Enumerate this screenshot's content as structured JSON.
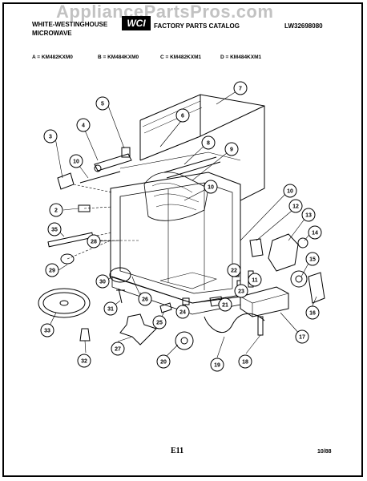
{
  "watermark": "AppliancePartsPros.com",
  "header": {
    "brand_line1": "WHITE-WESTINGHOUSE",
    "brand_line2": "MICROWAVE",
    "logo": "WCI",
    "catalog_title": "FACTORY PARTS CATALOG",
    "catalog_number": "LW32698080"
  },
  "models": [
    "A = KM482KXM0",
    "B = KM484KXM0",
    "C = KM482KXM1",
    "D = KM484KXM1"
  ],
  "callouts": [
    "2",
    "3",
    "4",
    "5",
    "6",
    "7",
    "8",
    "9",
    "10",
    "10",
    "10",
    "11",
    "12",
    "13",
    "14",
    "15",
    "16",
    "17",
    "18",
    "19",
    "20",
    "21",
    "22",
    "23",
    "24",
    "25",
    "26",
    "27",
    "28",
    "29",
    "30",
    "31",
    "32",
    "33",
    "35"
  ],
  "footer": {
    "page": "E11",
    "date": "10/88"
  }
}
